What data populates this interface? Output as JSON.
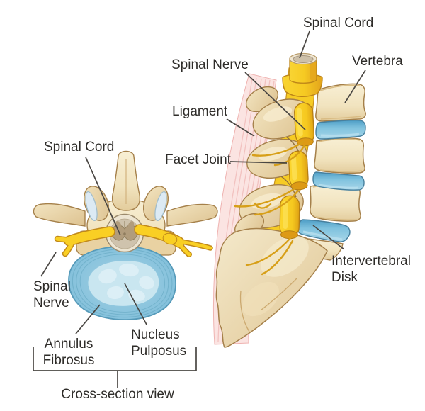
{
  "palette": {
    "background": "#FFFFFF",
    "bone_light": "#F3E8C8",
    "bone_mid": "#E7CFA0",
    "bone_shadow": "#D9BC84",
    "bone_outline": "#A5804A",
    "disk_blue": "#7FC2DE",
    "disk_blue_dark": "#4E9AC0",
    "disk_blue_light": "#C9E6F0",
    "nerve_yellow": "#F9CF24",
    "nerve_shadow": "#E5A81E",
    "nerve_outline": "#C1891A",
    "ligament_pink": "#FBE4E2",
    "ligament_stripe": "#F2C1BF",
    "cord_gray": "#CFC3AD",
    "cord_butterfly": "#B19C7C",
    "label_text": "#2E2C29",
    "pointer_line": "#4A4743"
  },
  "cross_section": {
    "labels": {
      "spinal_cord": "Spinal Cord",
      "spinal_nerve_line1": "Spinal",
      "spinal_nerve_line2": "Nerve",
      "annulus_line1": "Annulus",
      "annulus_line2": "Fibrosus",
      "nucleus_line1": "Nucleus",
      "nucleus_line2": "Pulposus"
    },
    "caption": "Cross-section view"
  },
  "side_view": {
    "labels": {
      "spinal_cord": "Spinal Cord",
      "spinal_nerve": "Spinal Nerve",
      "vertebra": "Vertebra",
      "ligament": "Ligament",
      "facet_joint": "Facet Joint",
      "intervertebral_disk_line1": "Intervertebral",
      "intervertebral_disk_line2": "Disk"
    }
  }
}
